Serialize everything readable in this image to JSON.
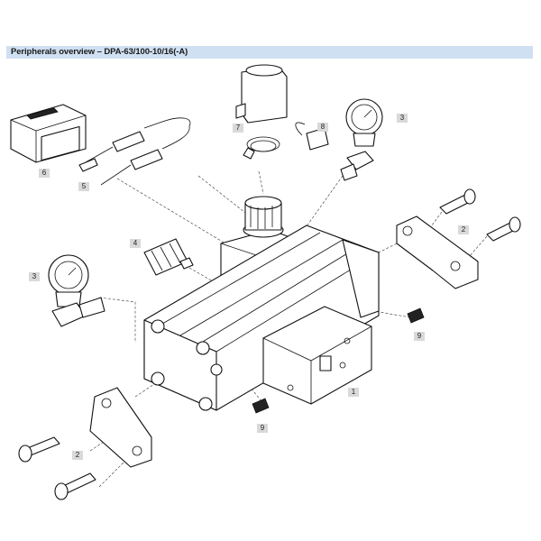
{
  "header": {
    "title": "Peripherals overview – DPA-63/100-10/16(-A)"
  },
  "callouts": {
    "c1": "1",
    "c2a": "2",
    "c2b": "2",
    "c3a": "3",
    "c3b": "3",
    "c4": "4",
    "c5": "5",
    "c6": "6",
    "c7": "7",
    "c8": "8",
    "c9a": "9",
    "c9b": "9"
  }
}
